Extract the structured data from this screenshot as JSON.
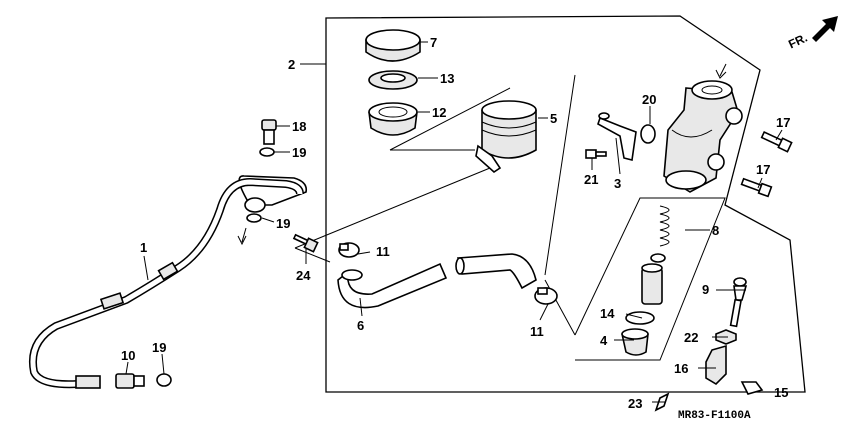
{
  "diagram": {
    "code": "MR83-F1100A",
    "front_label": "FR.",
    "callouts": [
      {
        "id": "c1",
        "text": "1"
      },
      {
        "id": "c2",
        "text": "2"
      },
      {
        "id": "c3",
        "text": "3"
      },
      {
        "id": "c4",
        "text": "4"
      },
      {
        "id": "c5",
        "text": "5"
      },
      {
        "id": "c6",
        "text": "6"
      },
      {
        "id": "c7",
        "text": "7"
      },
      {
        "id": "c8",
        "text": "8"
      },
      {
        "id": "c9",
        "text": "9"
      },
      {
        "id": "c10",
        "text": "10"
      },
      {
        "id": "c11a",
        "text": "11"
      },
      {
        "id": "c11b",
        "text": "11"
      },
      {
        "id": "c12",
        "text": "12"
      },
      {
        "id": "c13",
        "text": "13"
      },
      {
        "id": "c14",
        "text": "14"
      },
      {
        "id": "c15",
        "text": "15"
      },
      {
        "id": "c16",
        "text": "16"
      },
      {
        "id": "c17a",
        "text": "17"
      },
      {
        "id": "c17b",
        "text": "17"
      },
      {
        "id": "c18",
        "text": "18"
      },
      {
        "id": "c19a",
        "text": "19"
      },
      {
        "id": "c19b",
        "text": "19"
      },
      {
        "id": "c19c",
        "text": "19"
      },
      {
        "id": "c20",
        "text": "20"
      },
      {
        "id": "c21",
        "text": "21"
      },
      {
        "id": "c22",
        "text": "22"
      },
      {
        "id": "c23",
        "text": "23"
      },
      {
        "id": "c24",
        "text": "24"
      }
    ]
  }
}
